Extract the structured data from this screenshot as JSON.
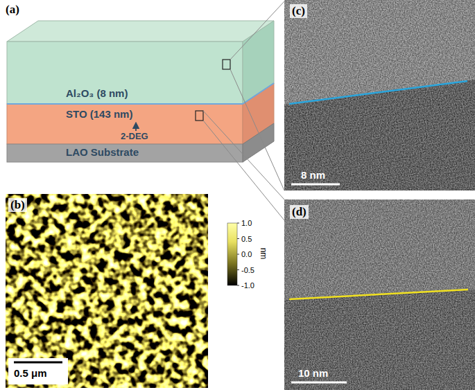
{
  "diagram": {
    "nodes": [
      {
        "text": [
          "Al₂O₃ (8 nm)"
        ]
      },
      {
        "text": [
          "STO (143 nm)"
        ]
      },
      {
        "text": [
          "LAO Substrate"
        ]
      }
    ],
    "labels": [
      "(a)",
      "2-DEG",
      "(b)",
      "0.5 μm",
      "1.0",
      "0.5",
      "0.0",
      "-0.5",
      "-1.0",
      "nm",
      "(c)",
      "8 nm",
      "(d)",
      "10 nm"
    ]
  }
}
